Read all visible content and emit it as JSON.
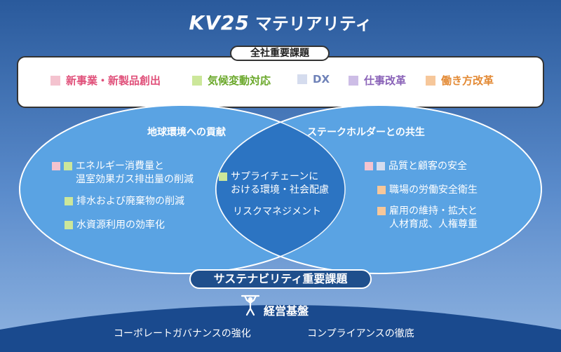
{
  "title": {
    "brand": "KV25",
    "label": "マテリアリティ"
  },
  "company_issues": {
    "label": "全社重要課題",
    "items": [
      {
        "label": "新事業・新製品創出",
        "color": "#f4c3cf",
        "text_color": "#e0507a"
      },
      {
        "label": "気候変動対応",
        "color": "#cce79a",
        "text_color": "#6aa82a"
      },
      {
        "label": "DX",
        "color": "#d5dcee",
        "text_color": "#6f82b8"
      },
      {
        "label": "仕事改革",
        "color": "#cdbde6",
        "text_color": "#8a63b8"
      },
      {
        "label": "働き方改革",
        "color": "#f6c79a",
        "text_color": "#e38a35"
      }
    ]
  },
  "circles": {
    "left_title": "地球環境への貢献",
    "right_title": "ステークホルダーとの共生",
    "left_items": [
      {
        "lines": [
          "エネルギー消費量と",
          "温室効果ガス排出量の削減"
        ]
      },
      {
        "lines": [
          "排水および廃棄物の削減"
        ]
      },
      {
        "lines": [
          "水資源利用の効率化"
        ]
      }
    ],
    "center_items": [
      {
        "lines": [
          "サプライチェーンに",
          "おける環境・社会配慮"
        ]
      },
      {
        "lines": [
          "リスクマネジメント"
        ]
      }
    ],
    "right_items": [
      {
        "lines": [
          "品質と顧客の安全"
        ]
      },
      {
        "lines": [
          "職場の労働安全衛生"
        ]
      },
      {
        "lines": [
          "雇用の維持・拡大と",
          "人材育成、人権尊重"
        ]
      }
    ]
  },
  "sustainability": {
    "label": "サステナビリティ重要課題"
  },
  "foundation": {
    "label": "経営基盤",
    "items": [
      "コーポレートガバナンスの強化",
      "コンプライアンスの徹底"
    ]
  }
}
